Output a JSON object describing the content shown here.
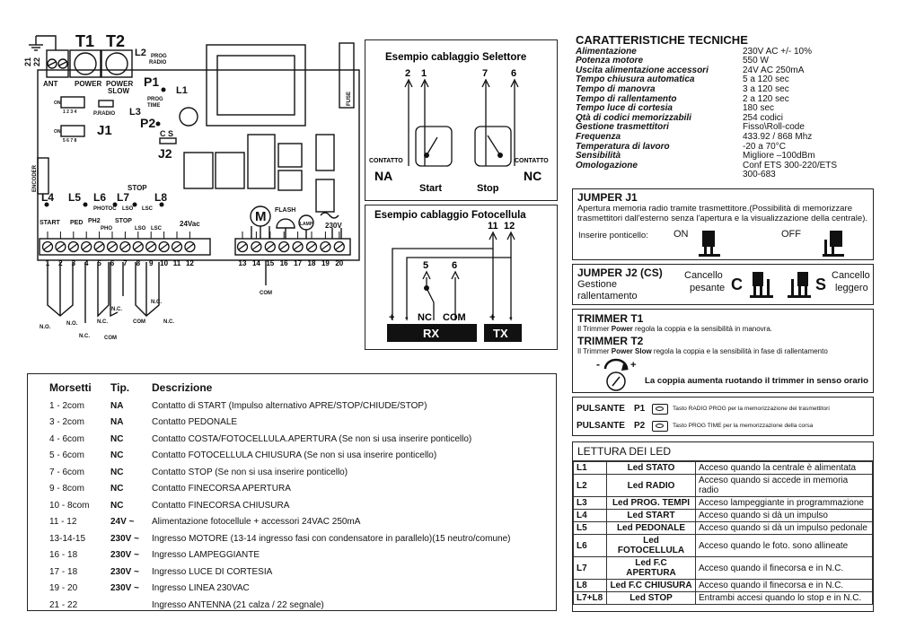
{
  "board": {
    "earth_labels": [
      "21",
      "22"
    ],
    "ant_label": "ANT",
    "trimmers": [
      {
        "code": "T1",
        "label": "POWER"
      },
      {
        "code": "T2",
        "label_line1": "POWER",
        "label_line2": "SLOW"
      }
    ],
    "l2": "L2",
    "prog_radio_line1": "PROG",
    "prog_radio_line2": "RADIO",
    "p1": "P1",
    "l1": "L1",
    "l3": "L3",
    "prog_time_line1": "PROG",
    "prog_time_line2": "TIME",
    "p2": "P2",
    "c_s": "C S",
    "j2": "J2",
    "j1": "J1",
    "p_radio": "P.RADIO",
    "on_label": "ON",
    "dip1_numbers": "1 2 3 4",
    "dip2_numbers": "5 6 7 8",
    "encoder": "ENCODER",
    "fuse": "FUSE",
    "stop_top": "STOP",
    "leds_row": [
      "L4",
      "L5",
      "L6",
      "L7",
      "L8"
    ],
    "sub_labels": [
      "PHOTOC",
      "LSO",
      "LSC"
    ],
    "start": "START",
    "ped": "PED",
    "ph2": "PH2",
    "stop": "STOP",
    "pho": "PHO",
    "lso": "LSO",
    "lsc": "LSC",
    "v24": "24Vac",
    "motor": "M",
    "flash": "FLASH",
    "lamp": "LAMP",
    "v230": "230V",
    "terminals_left": [
      "1",
      "2",
      "3",
      "4",
      "5",
      "6",
      "7",
      "8",
      "9",
      "10",
      "11",
      "12"
    ],
    "terminals_right": [
      "13",
      "14",
      "15",
      "16",
      "17",
      "18",
      "19",
      "20"
    ],
    "com": "COM",
    "below": {
      "no1": "N.O.",
      "no2": "N.O.",
      "nc1": "N.C.",
      "nc2": "N.C.",
      "nc3": "N.C.",
      "nc4": "N.C.",
      "nc5": "N.C.",
      "com1": "COM",
      "com2": "COM"
    }
  },
  "selector": {
    "title": "Esempio cablaggio Selettore",
    "nums": [
      "2",
      "1",
      "7",
      "6"
    ],
    "contatto": "CONTATTO",
    "na": "NA",
    "nc": "NC",
    "start": "Start",
    "stop": "Stop"
  },
  "photocell": {
    "title": "Esempio cablaggio Fotocellula",
    "nums": [
      "11",
      "12",
      "5",
      "6"
    ],
    "terminals": [
      "+",
      "-",
      "NC",
      "COM",
      "+",
      "-"
    ],
    "rx": "RX",
    "tx": "TX"
  },
  "specs": {
    "title": "CARATTERISTICHE TECNICHE",
    "rows": [
      {
        "label": "Alimentazione",
        "value": "230V AC +/- 10%"
      },
      {
        "label": "Potenza motore",
        "value": "550 W"
      },
      {
        "label": "Uscita alimentazione accessori",
        "value": "24V AC 250mA"
      },
      {
        "label": "Tempo chiusura automatica",
        "value": "5 a 120 sec"
      },
      {
        "label": "Tempo di manovra",
        "value": "3 a 120 sec"
      },
      {
        "label": "Tempo di rallentamento",
        "value": "2 a 120 sec"
      },
      {
        "label": "Tempo luce di cortesia",
        "value": "180 sec"
      },
      {
        "label": "Qtà di codici memorizzabili",
        "value": "254 codici"
      },
      {
        "label": "Gestione trasmettitori",
        "value": "Fisso\\Roll-code"
      },
      {
        "label": "Frequenza",
        "value": "433.92 / 868 Mhz"
      },
      {
        "label": "Temperatura di lavoro",
        "value": "-20 a 70°C"
      },
      {
        "label": "Sensibilità",
        "value": "Migliore –100dBm"
      },
      {
        "label": "Omologazione",
        "value": "Conf ETS 300-220/ETS"
      },
      {
        "label": "",
        "value": "300-683"
      }
    ]
  },
  "j1": {
    "title": "JUMPER J1",
    "text": "Apertura memoria radio tramite trasmettitore.(Possibilità di memorizzare trasmettitori dall'esterno senza l'apertura e la visualizzazione della centrale).",
    "insert": "Inserire ponticello:",
    "on": "ON",
    "off": "OFF"
  },
  "j2": {
    "title": "JUMPER J2 (CS)",
    "gestione_line1": "Gestione",
    "gestione_line2": "rallentamento",
    "cancello_pesante_line1": "Cancello",
    "cancello_pesante_line2": "pesante",
    "c": "C",
    "s": "S",
    "cancello_leggero_line1": "Cancello",
    "cancello_leggero_line2": "leggero"
  },
  "trimmer": {
    "t1_title": "TRIMMER T1",
    "t1_pre": "Il Trimmer ",
    "t1_bold": "Power",
    "t1_post": " regola la coppia e la sensibilità in manovra.",
    "t2_title": "TRIMMER T2",
    "t2_pre": "Il Trimmer ",
    "t2_bold": "Power Slow",
    "t2_post": "  regola la coppia e la sensibilità in fase di rallentamento",
    "minus": "-",
    "plus": "+",
    "coppia": "La coppia aumenta ruotando il trimmer in senso orario"
  },
  "pulsanti": [
    {
      "label": "PULSANTE",
      "code": "P1",
      "text": "Tasto RADIO PROG per la memorizzazione dei trasmettitori"
    },
    {
      "label": "PULSANTE",
      "code": "P2",
      "text": "Tasto PROG TIME per la memorizzazione della corsa"
    }
  ],
  "led": {
    "title": "LETTURA DEI LED",
    "rows": [
      {
        "code": "L1",
        "name": "Led  STATO",
        "desc": "Acceso quando la centrale è alimentata"
      },
      {
        "code": "L2",
        "name": "Led RADIO",
        "desc": "Acceso quando si accede in memoria radio"
      },
      {
        "code": "L3",
        "name": "Led PROG. TEMPI",
        "desc": "Acceso lampeggiante in programmazione"
      },
      {
        "code": "L4",
        "name": "Led  START",
        "desc": "Acceso quando si dà un impulso"
      },
      {
        "code": "L5",
        "name": "Led PEDONALE",
        "desc": "Acceso quando si dà un impulso pedonale"
      },
      {
        "code": "L6",
        "name": "Led FOTOCELLULA",
        "desc": "Acceso quando le foto. sono allineate"
      },
      {
        "code": "L7",
        "name": "Led F.C APERTURA",
        "desc": "Acceso quando il finecorsa e in N.C."
      },
      {
        "code": "L8",
        "name": "Led F.C CHIUSURA",
        "desc": "Acceso quando il finecorsa e in N.C."
      },
      {
        "code": "L7+L8",
        "name": "Led  STOP",
        "desc": "Entrambi accesi quando lo stop e in N.C."
      }
    ]
  },
  "morsetti": {
    "headers": [
      "Morsetti",
      "Tip.",
      "Descrizione"
    ],
    "rows": [
      {
        "m": "1 - 2com",
        "t": "NA",
        "d": "Contatto di START (Impulso alternativo APRE/STOP/CHIUDE/STOP)"
      },
      {
        "m": "3 - 2com",
        "t": "NA",
        "d": "Contatto PEDONALE"
      },
      {
        "m": "4 - 6com",
        "t": "NC",
        "d": "Contatto COSTA/FOTOCELLULA.APERTURA (Se non si usa inserire ponticello)"
      },
      {
        "m": "5 - 6com",
        "t": "NC",
        "d": "Contatto FOTOCELLULA CHIUSURA (Se non si usa inserire ponticello)"
      },
      {
        "m": "7 - 6com",
        "t": "NC",
        "d": "Contatto STOP (Se non si usa inserire ponticello)"
      },
      {
        "m": "9 - 8com",
        "t": "NC",
        "d": "Contatto FINECORSA APERTURA"
      },
      {
        "m": "10 - 8com",
        "t": "NC",
        "d": "Contatto FINECORSA CHIUSURA"
      },
      {
        "m": "11 - 12",
        "t": "24V ~",
        "d": "Alimentazione fotocellule + accessori 24VAC 250mA"
      },
      {
        "m": "13-14-15",
        "t": "230V ~",
        "d": "Ingresso MOTORE (13-14 ingresso fasi con condensatore in parallelo)(15 neutro/comune)"
      },
      {
        "m": "16 - 18",
        "t": "230V ~",
        "d": "Ingresso LAMPEGGIANTE"
      },
      {
        "m": "17 - 18",
        "t": "230V ~",
        "d": "Ingresso LUCE DI CORTESIA"
      },
      {
        "m": "19 - 20",
        "t": "230V ~",
        "d": "Ingresso LINEA 230VAC"
      },
      {
        "m": "21 - 22",
        "t": "",
        "d": "Ingresso ANTENNA (21 calza / 22 segnale)"
      }
    ]
  }
}
